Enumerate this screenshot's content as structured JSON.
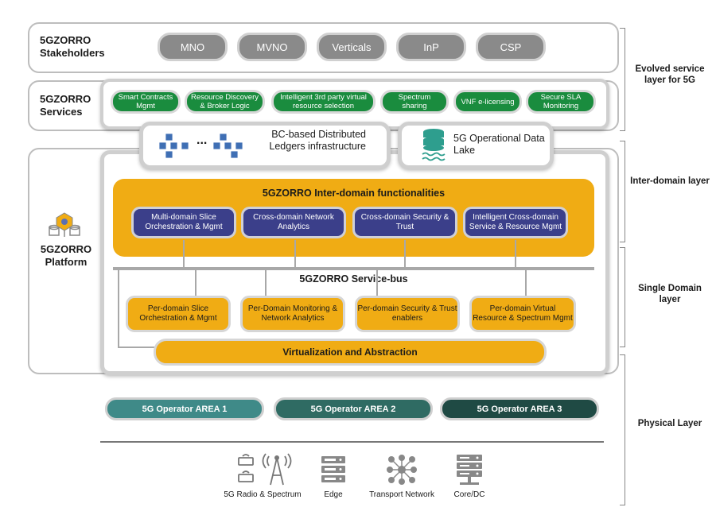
{
  "stakeholders": {
    "label": "5GZORRO\nStakeholders",
    "items": [
      "MNO",
      "MVNO",
      "Verticals",
      "InP",
      "CSP"
    ]
  },
  "services": {
    "label": "5GZORRO\nServices",
    "items": [
      "Smart Contracts Mgmt",
      "Resource Discovery & Broker Logic",
      "Intelligent 3rd party virtual resource selection",
      "Spectrum sharing",
      "VNF e-licensing",
      "Secure SLA Monitoring"
    ]
  },
  "ledger": {
    "text": "BC-based Distributed Ledgers infrastructure",
    "dots": "..."
  },
  "datalake": {
    "text": "5G Operational Data Lake"
  },
  "platform": {
    "label": "5GZORRO Platform"
  },
  "interdomain": {
    "title": "5GZORRO Inter-domain functionalities",
    "items": [
      "Multi-domain Slice Orchestration & Mgmt",
      "Cross-domain Network Analytics",
      "Cross-domain Security & Trust",
      "Intelligent  Cross-domain Service & Resource Mgmt"
    ]
  },
  "servicebus": {
    "title": "5GZORRO Service-bus"
  },
  "perdomain": {
    "items": [
      "Per-domain Slice Orchestration & Mgmt",
      "Per-Domain Monitoring & Network Analytics",
      "Per-domain Security & Trust enablers",
      "Per-domain Virtual Resource & Spectrum Mgmt"
    ]
  },
  "virtualization": {
    "title": "Virtualization and Abstraction"
  },
  "areas": [
    {
      "label": "5G Operator AREA 1",
      "color": "#3f8a88"
    },
    {
      "label": "5G Operator AREA 2",
      "color": "#2f6b63"
    },
    {
      "label": "5G Operator AREA 3",
      "color": "#1f4a44"
    }
  ],
  "layers": {
    "evolved": "Evolved service layer for 5G",
    "interdomain": "Inter-domain layer",
    "singledomain": "Single Domain layer",
    "physical": "Physical Layer"
  },
  "physical": {
    "items": [
      {
        "label": "5G Radio & Spectrum",
        "icon": "radio-antenna-icon"
      },
      {
        "label": "Edge",
        "icon": "edge-server-icon"
      },
      {
        "label": "Transport Network",
        "icon": "network-mesh-icon"
      },
      {
        "label": "Core/DC",
        "icon": "datacenter-icon"
      }
    ]
  },
  "colors": {
    "green": "#1a8c3e",
    "navy": "#3b3f8a",
    "yellow": "#f0ac14",
    "grey": "#8a8a8a"
  }
}
